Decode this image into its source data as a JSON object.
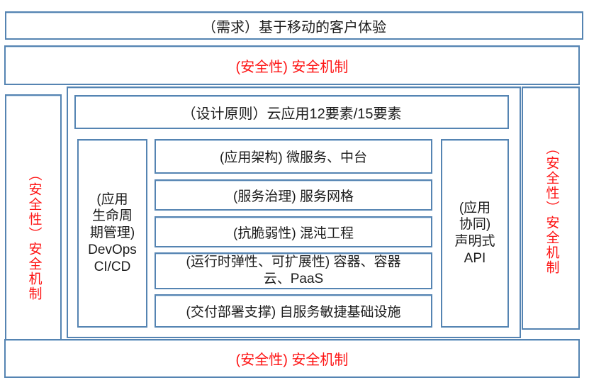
{
  "colors": {
    "border": "#5584b2",
    "security_red": "#fe1414",
    "text_black": "#1c1c1c"
  },
  "top_box": {
    "label": "（需求）基于移动的客户体验"
  },
  "security_top": {
    "label": "(安全性) 安全机制"
  },
  "security_left": {
    "label": "（安全性）安全机制"
  },
  "security_right": {
    "label": "（安全性）安全机制"
  },
  "security_bottom": {
    "label": "(安全性) 安全机制"
  },
  "design_principles": {
    "label": "（设计原则）云应用12要素/15要素"
  },
  "lifecycle": {
    "label": "(应用\n生命周\n期管理)\nDevOps\nCI/CD"
  },
  "stack": [
    {
      "label": "(应用架构) 微服务、中台"
    },
    {
      "label": "(服务治理) 服务网格"
    },
    {
      "label": "(抗脆弱性) 混沌工程"
    },
    {
      "label": "(运行时弹性、可扩展性) 容器、容器\n云、PaaS"
    },
    {
      "label": "(交付部署支撑) 自服务敏捷基础设施"
    }
  ],
  "api": {
    "label": "(应用\n协同)\n声明式\nAPI"
  }
}
